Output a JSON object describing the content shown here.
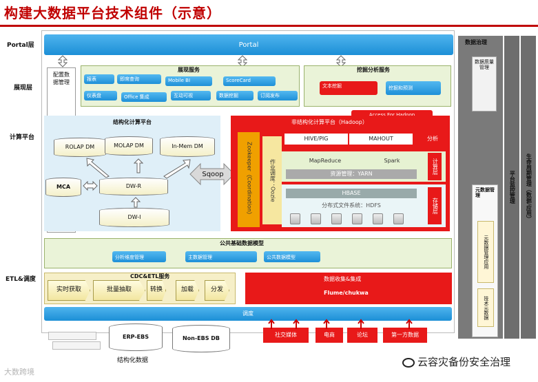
{
  "title": "构建大数据平台技术组件（示意）",
  "layers": {
    "portal": "Portal层",
    "presentation": "展现层",
    "compute": "计算平台",
    "etl": "ETL&调度"
  },
  "portal_bar": "Portal",
  "config_mgmt": "配置数据管理",
  "presentation_services": {
    "title": "展现服务",
    "items": [
      "报表",
      "即席查询",
      "Mobile BI",
      "ScoreCard",
      "仪表盘",
      "Office 集成",
      "互动可视",
      "数据挖掘",
      "订阅发布"
    ]
  },
  "mining_services": {
    "title": "挖掘分析服务",
    "items": [
      "文本挖掘",
      "挖掘和预测",
      "Access For Hadoop"
    ]
  },
  "structured_platform": {
    "title": "结构化计算平台",
    "items": [
      "ROLAP DM",
      "MOLAP DM",
      "In-Mem DM",
      "MCA",
      "DW-R",
      "DW-I"
    ]
  },
  "sqoop": "Sqoop",
  "hadoop_platform": {
    "title": "非结构化计算平台（Hadoop）",
    "zookeeper": "Zookeeper（Coordination）",
    "oozie": "作业调度：Oozie",
    "hive": "HIVE/PIG",
    "mahout": "MAHOUT",
    "analysis": "分析",
    "mapreduce": "MapReduce",
    "spark": "Spark",
    "yarn": "资源管理：YARN",
    "compute_layer": "计算层",
    "hbase": "HBASE",
    "hdfs": "分布式文件系统：HDFS",
    "storage_layer": "存储层"
  },
  "public_model": {
    "title": "公共基础数据模型",
    "items": [
      "分析维度管理",
      "主数据管理",
      "公共数据模型"
    ]
  },
  "cdc_etl": {
    "title": "CDC&ETL服务",
    "items": [
      "实时获取",
      "批量抽取",
      "转换",
      "加载",
      "分发"
    ]
  },
  "collect": {
    "title": "数据收集&集成",
    "tool": "Flume/chukwa"
  },
  "schedule": "调度",
  "sources": {
    "erp": "ERP-EBS",
    "non_ebs": "Non-EBS DB",
    "structured_label": "结构化数据",
    "social": "社交媒体",
    "ecommerce": "电商",
    "forum": "论坛",
    "third_party": "第一方数据"
  },
  "governance": {
    "title": "数据治理",
    "quality": "数据质量管理",
    "metadata": "元数据管理",
    "metadata_app": "元数据管理应用",
    "tech_meta": "技术元数据",
    "platform_monitor": "平台监控管理",
    "lifecycle": "生命周期管理（数据/应用）"
  },
  "watermark": {
    "left": "大数跨境",
    "right": "云容灾备份安全治理"
  },
  "colors": {
    "title_red": "#c00000",
    "blue": "#1e90d8",
    "red": "#e81919",
    "green_panel": "#eaf3d8",
    "gray": "#6e6e6e"
  }
}
